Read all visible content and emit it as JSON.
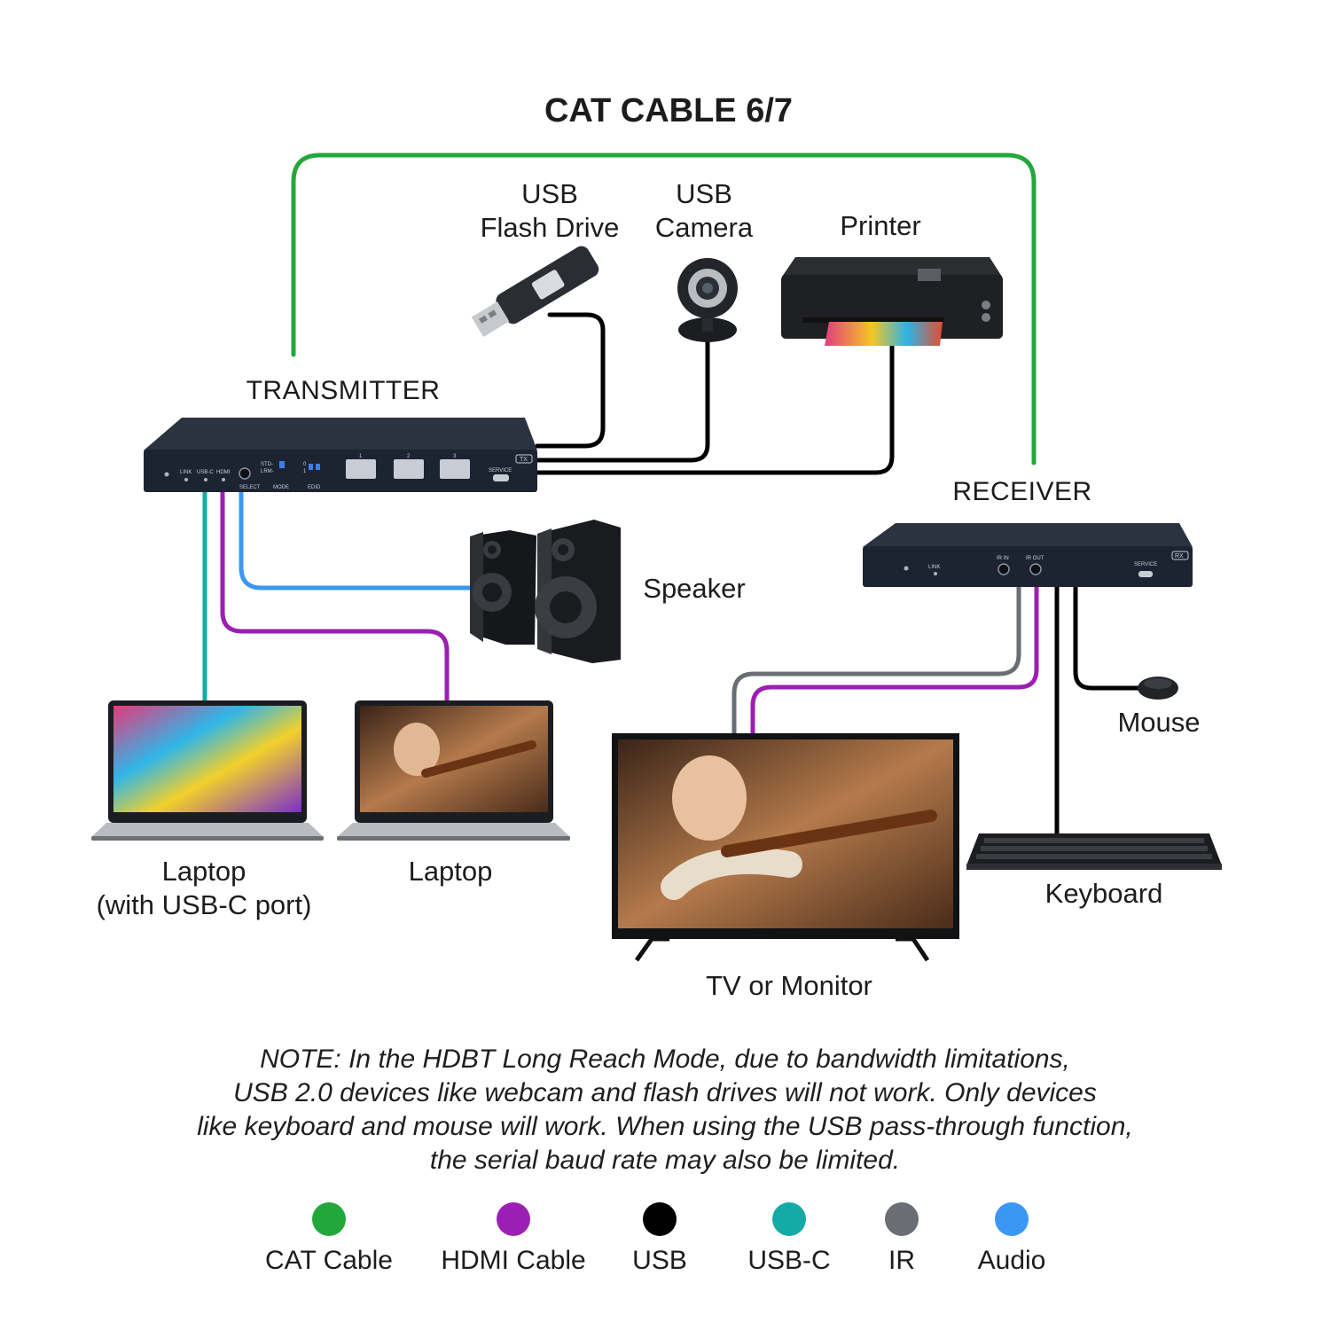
{
  "title": "CAT CABLE 6/7",
  "devices": {
    "transmitter": "TRANSMITTER",
    "receiver": "RECEIVER",
    "flash_drive": [
      "USB",
      "Flash Drive"
    ],
    "camera": [
      "USB",
      "Camera"
    ],
    "printer": "Printer",
    "speaker": "Speaker",
    "laptop1": [
      "Laptop",
      "(with USB-C port)"
    ],
    "laptop2": "Laptop",
    "tv": "TV or Monitor",
    "mouse": "Mouse",
    "keyboard": "Keyboard"
  },
  "transmitter_panel": {
    "tag": "TX",
    "labels": [
      "LINK",
      "USB-C",
      "HDMI",
      "SELECT",
      "STD-",
      "LRM-",
      "MODE",
      "0",
      "1",
      "EDID",
      "1",
      "2",
      "3",
      "SERVICE"
    ]
  },
  "receiver_panel": {
    "tag": "RX",
    "labels": [
      "LINK",
      "IR IN",
      "IR OUT",
      "SERVICE"
    ]
  },
  "note": [
    "NOTE: In the HDBT Long Reach Mode, due to bandwidth limitations,",
    "USB 2.0 devices like webcam and flash drives will not work. Only devices",
    "like keyboard and mouse will work. When using the USB pass-through function,",
    "the serial baud rate may also be limited."
  ],
  "legend": [
    {
      "label": "CAT Cable",
      "color": "#22a83a"
    },
    {
      "label": "HDMI Cable",
      "color": "#9b1fb2"
    },
    {
      "label": "USB",
      "color": "#000000"
    },
    {
      "label": "USB-C",
      "color": "#16aaa6"
    },
    {
      "label": "IR",
      "color": "#6b6d74"
    },
    {
      "label": "Audio",
      "color": "#3b97f3"
    }
  ]
}
